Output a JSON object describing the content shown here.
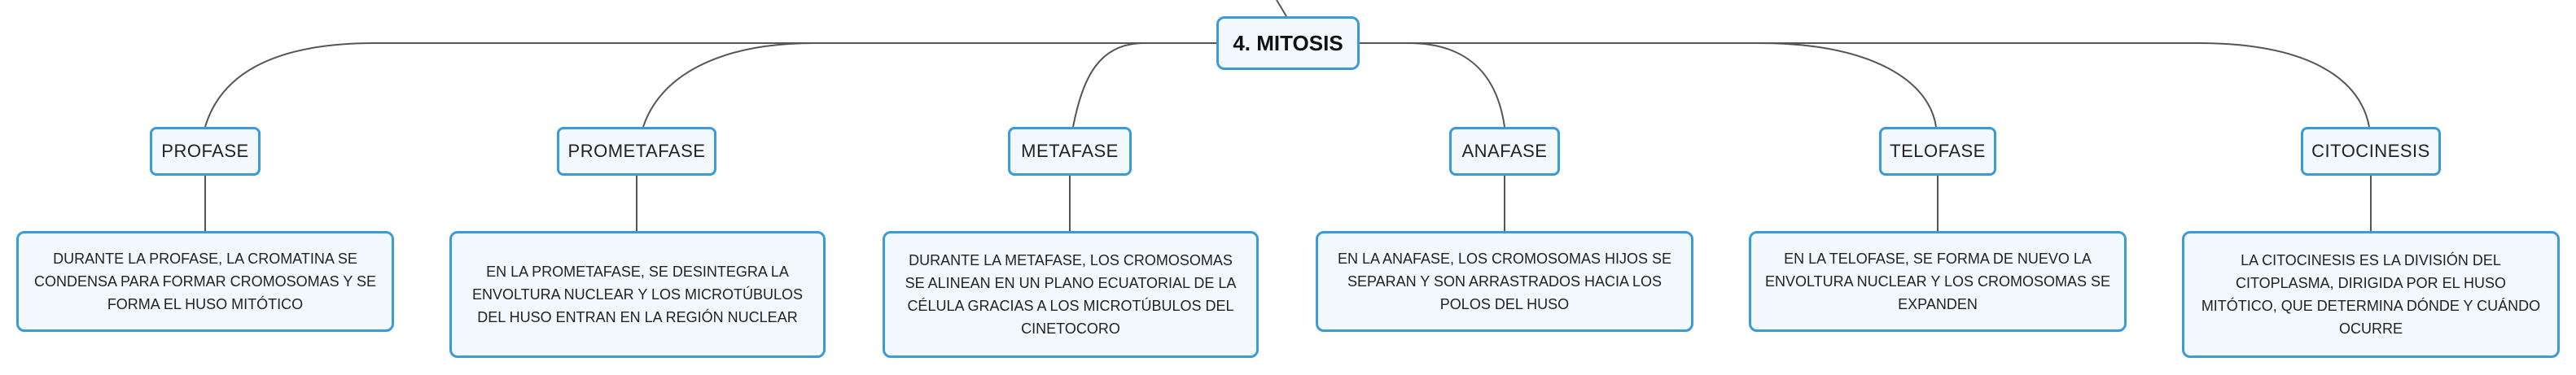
{
  "root": {
    "label": "4. MITOSIS"
  },
  "phases": [
    {
      "label": "PROFASE",
      "description": "DURANTE LA PROFASE, LA CROMATINA SE CONDENSA PARA FORMAR CROMOSOMAS Y SE FORMA EL HUSO MITÓTICO"
    },
    {
      "label": "PROMETAFASE",
      "description": "EN LA PROMETAFASE, SE DESINTEGRA LA ENVOLTURA NUCLEAR Y LOS MICROTÚBULOS DEL HUSO ENTRAN EN LA REGIÓN NUCLEAR"
    },
    {
      "label": "METAFASE",
      "description": "DURANTE LA METAFASE, LOS CROMOSOMAS SE ALINEAN EN UN PLANO ECUATORIAL DE LA CÉLULA GRACIAS A LOS MICROTÚBULOS DEL CINETOCORO"
    },
    {
      "label": "ANAFASE",
      "description": "EN LA ANAFASE, LOS CROMOSOMAS HIJOS SE SEPARAN Y SON ARRASTRADOS HACIA LOS POLOS DEL HUSO"
    },
    {
      "label": "TELOFASE",
      "description": "EN LA TELOFASE, SE FORMA DE NUEVO LA ENVOLTURA NUCLEAR Y LOS CROMOSOMAS SE EXPANDEN"
    },
    {
      "label": "CITOCINESIS",
      "description": "LA CITOCINESIS ES LA DIVISIÓN DEL CITOPLASMA, DIRIGIDA POR EL HUSO MITÓTICO, QUE DETERMINA DÓNDE Y CUÁNDO OCURRE"
    }
  ],
  "colors": {
    "node_border": "#3a9bd6",
    "node_fill": "#f3f8fc",
    "connector": "#555555"
  }
}
